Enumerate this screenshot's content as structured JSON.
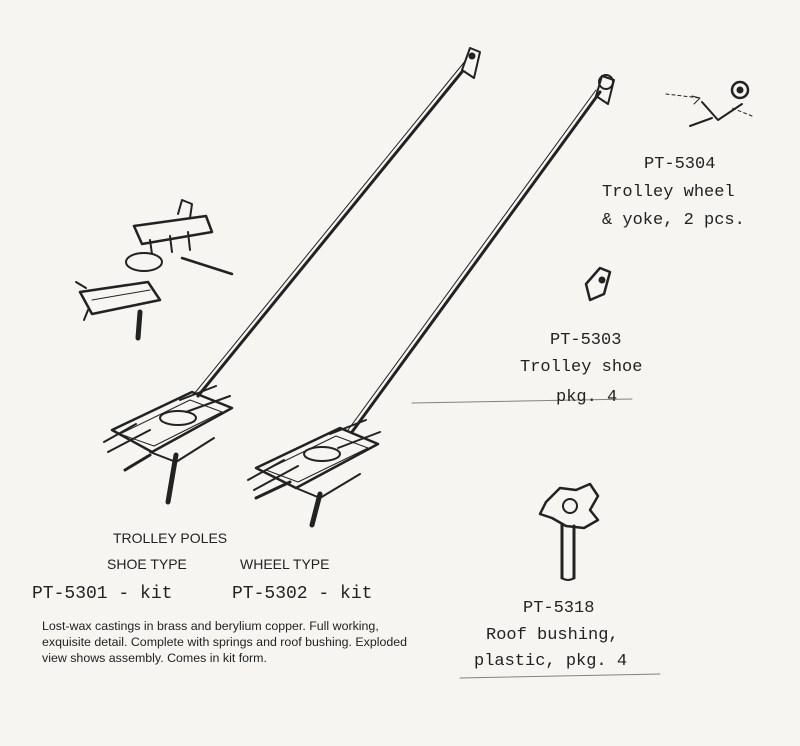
{
  "items": {
    "pt5304": {
      "part_number": "PT-5304",
      "line1": "Trolley wheel",
      "line2": "& yoke, 2 pcs."
    },
    "pt5303": {
      "part_number": "PT-5303",
      "line1": "Trolley shoe",
      "line2": "pkg. 4"
    },
    "pt5318": {
      "part_number": "PT-5318",
      "line1": "Roof bushing,",
      "line2": "plastic, pkg. 4"
    }
  },
  "trolley_poles": {
    "heading": "TROLLEY POLES",
    "shoe_type": {
      "label": "SHOE TYPE",
      "part_number": "PT-5301 - kit"
    },
    "wheel_type": {
      "label": "WHEEL TYPE",
      "part_number": "PT-5302 - kit"
    },
    "description": "Lost-wax castings in brass and berylium copper. Full working, exquisite detail. Complete with springs and roof bushing. Exploded view shows assembly. Comes in kit form."
  },
  "colors": {
    "paper": "#f6f5f1",
    "ink": "#222222"
  }
}
